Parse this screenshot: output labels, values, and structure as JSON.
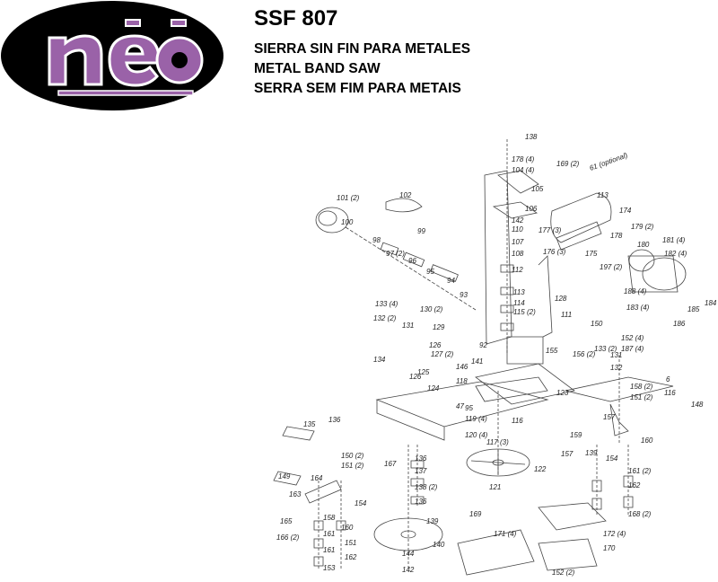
{
  "logo": {
    "text": "nēō"
  },
  "header": {
    "title": "SSF 807",
    "lines": [
      "SIERRA SIN FIN PARA METALES",
      "METAL BAND SAW",
      "SERRA SEM FIM PARA METAIS"
    ]
  },
  "parts": [
    {
      "id": "p138",
      "label": "138"
    },
    {
      "id": "p178",
      "label": "178 (4)"
    },
    {
      "id": "p104",
      "label": "104 (4)"
    },
    {
      "id": "p105",
      "label": "105"
    },
    {
      "id": "p106",
      "label": "106"
    },
    {
      "id": "p142a",
      "label": "142"
    },
    {
      "id": "p110",
      "label": "110"
    },
    {
      "id": "p107",
      "label": "107"
    },
    {
      "id": "p108",
      "label": "108"
    },
    {
      "id": "p112",
      "label": "112"
    },
    {
      "id": "p113a",
      "label": "113"
    },
    {
      "id": "p114",
      "label": "114"
    },
    {
      "id": "p115",
      "label": "115 (2)"
    },
    {
      "id": "p128",
      "label": "128"
    },
    {
      "id": "p111",
      "label": "111"
    },
    {
      "id": "p169",
      "label": "169 (2)"
    },
    {
      "id": "p61",
      "label": "61 (optional)"
    },
    {
      "id": "p113b",
      "label": "113"
    },
    {
      "id": "p174",
      "label": "174"
    },
    {
      "id": "p177",
      "label": "177 (3)"
    },
    {
      "id": "p176",
      "label": "176 (3)"
    },
    {
      "id": "p175",
      "label": "175"
    },
    {
      "id": "p178b",
      "label": "178"
    },
    {
      "id": "p179",
      "label": "179 (2)"
    },
    {
      "id": "p180",
      "label": "180"
    },
    {
      "id": "p181",
      "label": "181 (4)"
    },
    {
      "id": "p182",
      "label": "182 (4)"
    },
    {
      "id": "p197",
      "label": "197 (2)"
    },
    {
      "id": "p102",
      "label": "102"
    },
    {
      "id": "p101",
      "label": "101 (2)"
    },
    {
      "id": "p100",
      "label": "100"
    },
    {
      "id": "p99",
      "label": "99"
    },
    {
      "id": "p98",
      "label": "98"
    },
    {
      "id": "p97",
      "label": "97 (2)"
    },
    {
      "id": "p96",
      "label": "96"
    },
    {
      "id": "p95",
      "label": "95"
    },
    {
      "id": "p94",
      "label": "94"
    },
    {
      "id": "p93",
      "label": "93"
    },
    {
      "id": "p92",
      "label": "92"
    },
    {
      "id": "p133a",
      "label": "133 (4)"
    },
    {
      "id": "p132",
      "label": "132 (2)"
    },
    {
      "id": "p131",
      "label": "131"
    },
    {
      "id": "p130",
      "label": "130 (2)"
    },
    {
      "id": "p129",
      "label": "129"
    },
    {
      "id": "p126a",
      "label": "126"
    },
    {
      "id": "p127",
      "label": "127 (2)"
    },
    {
      "id": "p134",
      "label": "134"
    },
    {
      "id": "p125",
      "label": "125"
    },
    {
      "id": "p126b",
      "label": "126"
    },
    {
      "id": "p124",
      "label": "124"
    },
    {
      "id": "p141",
      "label": "141"
    },
    {
      "id": "p146",
      "label": "146"
    },
    {
      "id": "p118",
      "label": "118"
    },
    {
      "id": "p47",
      "label": "47"
    },
    {
      "id": "p95b",
      "label": "95"
    },
    {
      "id": "p119",
      "label": "119 (4)"
    },
    {
      "id": "p116",
      "label": "116"
    },
    {
      "id": "p120",
      "label": "120 (4)"
    },
    {
      "id": "p117",
      "label": "117 (3)"
    },
    {
      "id": "p122",
      "label": "122"
    },
    {
      "id": "p121",
      "label": "121"
    },
    {
      "id": "p123",
      "label": "123"
    },
    {
      "id": "p155",
      "label": "155"
    },
    {
      "id": "p156",
      "label": "156 (2)"
    },
    {
      "id": "p133b",
      "label": "133 (2)"
    },
    {
      "id": "p131b",
      "label": "131"
    },
    {
      "id": "p132b",
      "label": "132"
    },
    {
      "id": "p188",
      "label": "188 (4)"
    },
    {
      "id": "p183",
      "label": "183 (4)"
    },
    {
      "id": "p150",
      "label": "150"
    },
    {
      "id": "p152",
      "label": "152 (4)"
    },
    {
      "id": "p187",
      "label": "187 (4)"
    },
    {
      "id": "p186",
      "label": "186"
    },
    {
      "id": "p185",
      "label": "185"
    },
    {
      "id": "p184",
      "label": "184"
    },
    {
      "id": "p6",
      "label": "6"
    },
    {
      "id": "p158",
      "label": "158 (2)"
    },
    {
      "id": "p151",
      "label": "151 (2)"
    },
    {
      "id": "p116b",
      "label": "116"
    },
    {
      "id": "p148",
      "label": "148"
    },
    {
      "id": "p135",
      "label": "135"
    },
    {
      "id": "p136",
      "label": "136"
    },
    {
      "id": "p150b",
      "label": "150 (2)"
    },
    {
      "id": "p151b",
      "label": "151 (2)"
    },
    {
      "id": "p167",
      "label": "167"
    },
    {
      "id": "p136b",
      "label": "136"
    },
    {
      "id": "p137",
      "label": "137"
    },
    {
      "id": "p138b",
      "label": "138 (2)"
    },
    {
      "id": "p136c",
      "label": "136"
    },
    {
      "id": "p139",
      "label": "139"
    },
    {
      "id": "p140",
      "label": "140"
    },
    {
      "id": "p144",
      "label": "144"
    },
    {
      "id": "p142b",
      "label": "142"
    },
    {
      "id": "p149",
      "label": "149"
    },
    {
      "id": "p164",
      "label": "164"
    },
    {
      "id": "p163",
      "label": "163"
    },
    {
      "id": "p154",
      "label": "154"
    },
    {
      "id": "p165",
      "label": "165"
    },
    {
      "id": "p166",
      "label": "166 (2)"
    },
    {
      "id": "p158c",
      "label": "158"
    },
    {
      "id": "p160",
      "label": "160"
    },
    {
      "id": "p161",
      "label": "161"
    },
    {
      "id": "p151c",
      "label": "151"
    },
    {
      "id": "p161b",
      "label": "161"
    },
    {
      "id": "p162",
      "label": "162"
    },
    {
      "id": "p153",
      "label": "153"
    },
    {
      "id": "p157",
      "label": "157"
    },
    {
      "id": "p159",
      "label": "159"
    },
    {
      "id": "p154b",
      "label": "154"
    },
    {
      "id": "p160b",
      "label": "160"
    },
    {
      "id": "p161c",
      "label": "161 (2)"
    },
    {
      "id": "p162b",
      "label": "162"
    },
    {
      "id": "p168",
      "label": "168 (2)"
    },
    {
      "id": "p169b",
      "label": "169"
    },
    {
      "id": "p171",
      "label": "171 (4)"
    },
    {
      "id": "p172",
      "label": "172 (4)"
    },
    {
      "id": "p170",
      "label": "170"
    },
    {
      "id": "p152c",
      "label": "152 (2)"
    },
    {
      "id": "p157b",
      "label": "157"
    },
    {
      "id": "p139b",
      "label": "139"
    }
  ]
}
